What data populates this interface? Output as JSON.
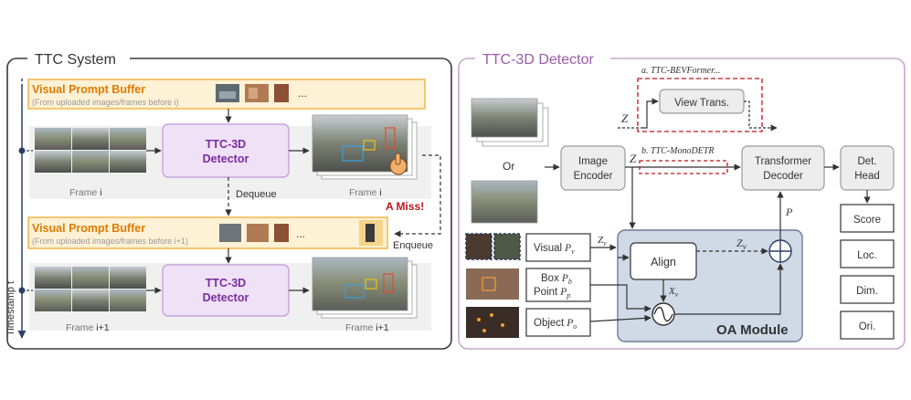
{
  "left_panel": {
    "title": "TTC System",
    "buffer_top": {
      "title": "Visual Prompt Buffer",
      "subtitle": "(From uploaded images/frames before i)",
      "ellipsis": "..."
    },
    "detector_top": {
      "line1": "TTC-3D",
      "line2": "Detector"
    },
    "frame_left_top": {
      "prefix": "Frame ",
      "index": "i"
    },
    "frame_right_top": {
      "prefix": "Frame ",
      "index": "i"
    },
    "dequeue_label": "Dequeue",
    "miss_label": "A Miss!",
    "enqueue_label": "Enqueue",
    "buffer_bottom": {
      "title": "Visual Prompt Buffer",
      "subtitle": "(From uploaded images/frames before i+1)",
      "ellipsis": "..."
    },
    "detector_bottom": {
      "line1": "TTC-3D",
      "line2": "Detector"
    },
    "frame_left_bottom": {
      "prefix": "Frame ",
      "index": "i+1"
    },
    "frame_right_bottom": {
      "prefix": "Frame ",
      "index": "i+1"
    },
    "timestamp_label": "Timestamp t"
  },
  "right_panel": {
    "title": "TTC-3D Detector",
    "bev_label": "a. TTC-BEVFormer...",
    "view_trans": "View Trans.",
    "z_symbol": "Z",
    "mono_label": "b. TTC-MonoDETR",
    "or_label": "Or",
    "image_encoder": {
      "line1": "Image",
      "line2": "Encoder"
    },
    "transformer_decoder": {
      "line1": "Transformer",
      "line2": "Decoder"
    },
    "det_head": {
      "line1": "Det.",
      "line2": "Head"
    },
    "outputs": [
      "Score",
      "Loc.",
      "Dim.",
      "Ori."
    ],
    "prompt_visual": {
      "label": "Visual",
      "sym": "P",
      "sub": "v"
    },
    "prompt_box": {
      "label": "Box",
      "sym": "P",
      "sub": "b"
    },
    "prompt_point": {
      "label": "Point",
      "sym": "P",
      "sub": "p"
    },
    "prompt_object": {
      "label": "Object",
      "sym": "P",
      "sub": "o"
    },
    "zv_symbol": "Z",
    "zv_sub": "v",
    "align": "Align",
    "xv_symbol": "X",
    "xv_sub": "v",
    "p_symbol": "P",
    "oa_module": "OA Module"
  },
  "colors": {
    "buffer_fill": "#fdf1d6",
    "buffer_border": "#f2b13c",
    "buffer_title": "#e07b00",
    "detector_fill": "#efe1f6",
    "detector_border": "#c9a2dd",
    "detector_text": "#7a2c9f",
    "right_border": "#c8a6cf",
    "right_title": "#9a5aa8",
    "miss_red": "#c0151b",
    "oa_fill": "#d0d9e6",
    "gray_box": "#ededed"
  }
}
